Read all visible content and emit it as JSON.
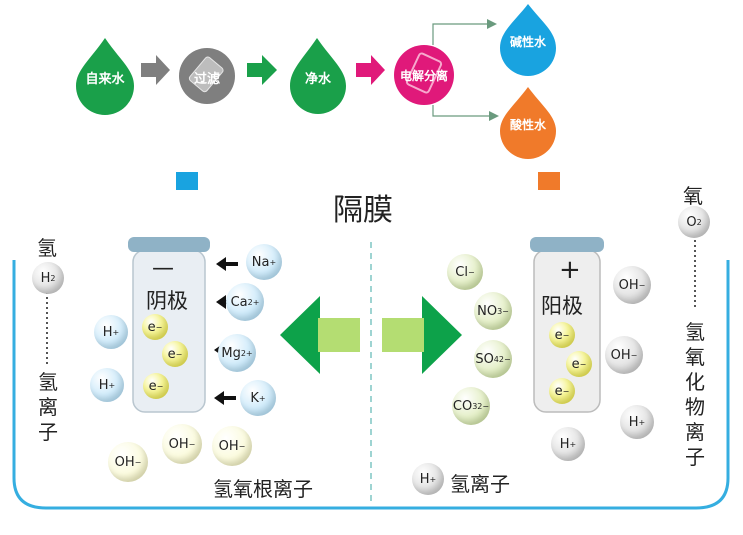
{
  "flow": {
    "tap": "自来水",
    "filter": "过滤",
    "purified": "净水",
    "electrolysis": "电解分离",
    "alkaline": "碱性水",
    "acidic": "酸性水"
  },
  "colors": {
    "green": "#1aa04a",
    "grey": "#7f7f7f",
    "magenta": "#e0197a",
    "blue": "#19a3e0",
    "orange": "#f07a2a",
    "arrow_green": "#0da24a"
  },
  "membrane": "隔膜",
  "cathode": {
    "sign": "—",
    "label": "阴极"
  },
  "anode": {
    "sign": "+",
    "label": "阳极"
  },
  "left_gas": {
    "name": "氢",
    "formula": "H",
    "sub": "2",
    "ion_label": [
      "氢",
      "离",
      "子"
    ]
  },
  "right_gas": {
    "name": "氧",
    "formula": "O",
    "sub": "2",
    "ion_label": [
      "氢",
      "氧",
      "化",
      "物",
      "离",
      "子"
    ]
  },
  "ions": {
    "na": {
      "base": "Na",
      "sup": "+"
    },
    "ca": {
      "base": "Ca",
      "sup": "2+"
    },
    "mg": {
      "base": "Mg",
      "sup": "2+"
    },
    "k": {
      "base": "K",
      "sup": "+"
    },
    "h": {
      "base": "H",
      "sup": "+"
    },
    "e": {
      "base": "e",
      "sup": "−"
    },
    "oh": {
      "base": "OH",
      "sup": "−"
    },
    "cl": {
      "base": "Cl",
      "sup": "−"
    },
    "no3": {
      "base": "NO",
      "sub": "3",
      "sup": "−"
    },
    "so4": {
      "base": "SO",
      "sub": "4",
      "sup": "2−"
    },
    "co3": {
      "base": "CO",
      "sub": "3",
      "sup": "2−"
    }
  },
  "bottom_left_label": "氢氧根离子",
  "bottom_right_label": "氢离子"
}
